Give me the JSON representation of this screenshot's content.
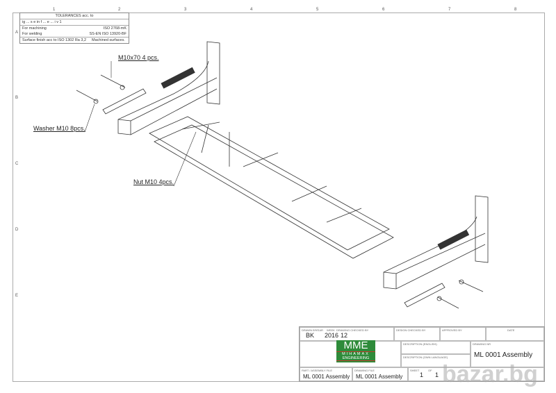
{
  "zones": {
    "columns": [
      "1",
      "2",
      "3",
      "4",
      "5",
      "6",
      "7",
      "8"
    ],
    "rows": [
      "A",
      "B",
      "C",
      "D",
      "E"
    ]
  },
  "tolerances": {
    "title": "TOLERANCES acc. to",
    "row1": "ig ... s e in f ... e ... i v 1",
    "machining_label": "For machining",
    "machining_value": "ISO 2768-mK",
    "welding_label": "For welding",
    "welding_value": "SS-EN ISO 13920-BF",
    "surface": "Surface finish acc to ISO 1302  Ra 3,2",
    "surface_note": "Machined surfaces."
  },
  "callouts": {
    "bolt": "M10x70 4 pcs.",
    "washer": "Washer M10 8pcs.",
    "nut": "Nut M10 4pcs."
  },
  "title_block": {
    "drawn_by_label": "DRAWN BY",
    "drawn_by": "BK",
    "year_label": "YEAR",
    "year": "2016",
    "week_label": "WEEK",
    "week": "12",
    "drawing_checked_label": "DRAWING CHECKED BY",
    "design_checked_label": "DESIGN CHECKED BY",
    "approved_label": "APPROVED BY",
    "date_label": "DATE",
    "desc_en_label": "DESCRIPTION (ENGLISH)",
    "desc_own_label": "DESCRIPTION (OWN LANGUAGE)",
    "drawing_nr_label": "DRAWING NR",
    "drawing_nr": "ML 0001 Assembly",
    "part_file_label": "PART / ASSEMBLY FILE",
    "part_file": "ML 0001 Assembly",
    "drawing_file_label": "DRAWING FILE",
    "drawing_file": "ML 0001 Assembly",
    "sheet_label": "SHEET",
    "sheet": "1",
    "of_label": "OF",
    "of": "1",
    "logo_mark": "MME",
    "logo_line1": "MIHAMAX",
    "logo_line2": "ENGINEERING"
  },
  "watermark": "bazar.bg",
  "colors": {
    "logo_green": "#2e8b3a",
    "logo_red": "#c0392b"
  }
}
